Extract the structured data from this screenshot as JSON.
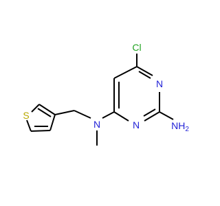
{
  "molecule": {
    "atoms": {
      "cl": "Cl",
      "n_ring_top": "N",
      "n_ring_bottom": "N",
      "n_amine": "N",
      "nh2": "NH",
      "nh2_sub": "2",
      "s": "S"
    },
    "colors": {
      "bond": "#000000",
      "nitrogen": "#1f1fd6",
      "chlorine": "#21a321",
      "sulfur": "#b8a800"
    }
  }
}
